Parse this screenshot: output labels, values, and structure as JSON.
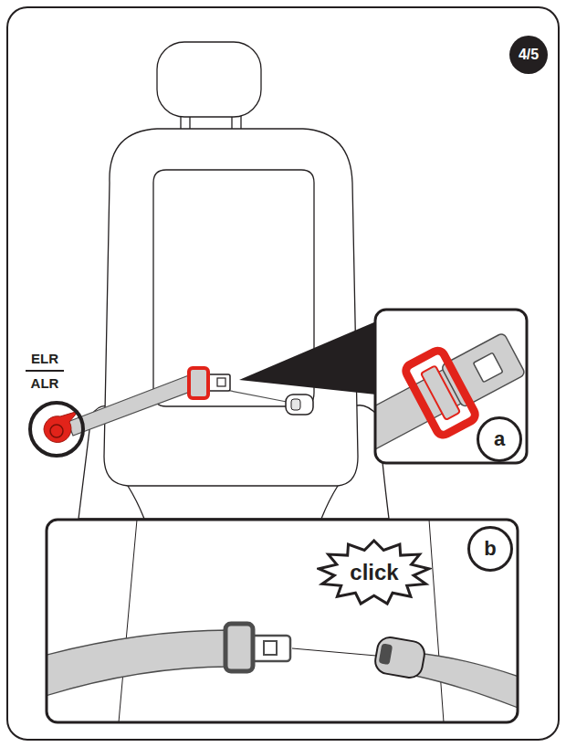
{
  "diagram": {
    "nodes": [
      {
        "text": [
          "4/5"
        ]
      },
      {
        "text": [
          "a"
        ]
      },
      {
        "text": [
          "b"
        ]
      },
      {
        "text": [
          "click"
        ]
      }
    ],
    "labels": [
      "ELR",
      "ALR"
    ]
  }
}
